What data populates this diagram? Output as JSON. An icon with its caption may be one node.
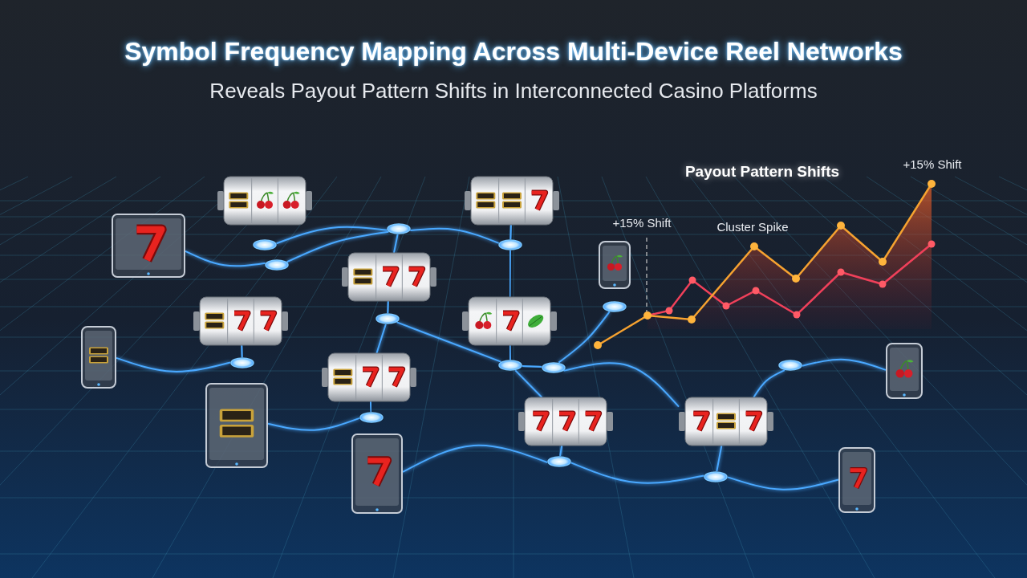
{
  "diagram": {
    "title": "Symbol Frequency Mapping Across Multi-Device Reel Networks",
    "nodes": [
      {
        "text": [],
        "shape": "reel"
      },
      {
        "text": [],
        "shape": "reel"
      },
      {
        "text": [],
        "shape": "tablet"
      },
      {
        "text": [],
        "shape": "reel"
      },
      {
        "text": [],
        "shape": "phone"
      },
      {
        "text": [],
        "shape": "reel"
      },
      {
        "text": [],
        "shape": "reel"
      },
      {
        "text": [],
        "shape": "phone"
      },
      {
        "text": [],
        "shape": "reel"
      },
      {
        "text": [],
        "shape": "tablet"
      },
      {
        "text": [],
        "shape": "reel"
      },
      {
        "text": [],
        "shape": "reel"
      },
      {
        "text": [],
        "shape": "phone"
      },
      {
        "text": [],
        "shape": "tablet"
      },
      {
        "text": [],
        "shape": "phone"
      },
      {
        "text": [],
        "shape": "circle"
      },
      {
        "text": [],
        "shape": "circle"
      },
      {
        "text": [],
        "shape": "circle"
      },
      {
        "text": [],
        "shape": "circle"
      },
      {
        "text": [],
        "shape": "circle"
      },
      {
        "text": [],
        "shape": "circle"
      },
      {
        "text": [],
        "shape": "circle"
      },
      {
        "text": [],
        "shape": "circle"
      },
      {
        "text": [],
        "shape": "circle"
      },
      {
        "text": [],
        "shape": "circle"
      },
      {
        "text": [],
        "shape": "circle"
      },
      {
        "text": [],
        "shape": "circle"
      },
      {
        "text": [],
        "shape": "circle"
      }
    ],
    "edges": [
      {
        "from": 0,
        "to": 15,
        "arrow": "none"
      },
      {
        "from": 15,
        "to": 16,
        "arrow": "none"
      },
      {
        "from": 16,
        "to": 17,
        "arrow": "none"
      },
      {
        "from": 1,
        "to": 17,
        "arrow": "none"
      },
      {
        "from": 16,
        "to": 3,
        "arrow": "none"
      },
      {
        "from": 3,
        "to": 19,
        "arrow": "none"
      },
      {
        "from": 18,
        "to": 16,
        "arrow": "none"
      },
      {
        "from": 2,
        "to": 18,
        "arrow": "none"
      },
      {
        "from": 5,
        "to": 21,
        "arrow": "none"
      },
      {
        "from": 21,
        "to": 7,
        "arrow": "none"
      },
      {
        "from": 19,
        "to": 22,
        "arrow": "none"
      },
      {
        "from": 17,
        "to": 6,
        "arrow": "none"
      },
      {
        "from": 6,
        "to": 22,
        "arrow": "none"
      },
      {
        "from": 22,
        "to": 23,
        "arrow": "none"
      },
      {
        "from": 23,
        "to": 20,
        "arrow": "none"
      },
      {
        "from": 20,
        "to": 4,
        "arrow": "none"
      },
      {
        "from": 19,
        "to": 8,
        "arrow": "none"
      },
      {
        "from": 8,
        "to": 24,
        "arrow": "none"
      },
      {
        "from": 24,
        "to": 9,
        "arrow": "none"
      },
      {
        "from": 22,
        "to": 10,
        "arrow": "none"
      },
      {
        "from": 10,
        "to": 26,
        "arrow": "none"
      },
      {
        "from": 26,
        "to": 13,
        "arrow": "none"
      },
      {
        "from": 23,
        "to": 11,
        "arrow": "none"
      },
      {
        "from": 11,
        "to": 27,
        "arrow": "none"
      },
      {
        "from": 26,
        "to": 27,
        "arrow": "none"
      },
      {
        "from": 11,
        "to": 25,
        "arrow": "none"
      },
      {
        "from": 25,
        "to": 12,
        "arrow": "none"
      },
      {
        "from": 27,
        "to": 14,
        "arrow": "none"
      }
    ],
    "labels": [
      "Reveals Payout Pattern Shifts in Interconnected Casino Platforms",
      "Payout Pattern Shifts",
      "+15% Shift",
      "Cluster Spike",
      "+15% Shift"
    ]
  }
}
